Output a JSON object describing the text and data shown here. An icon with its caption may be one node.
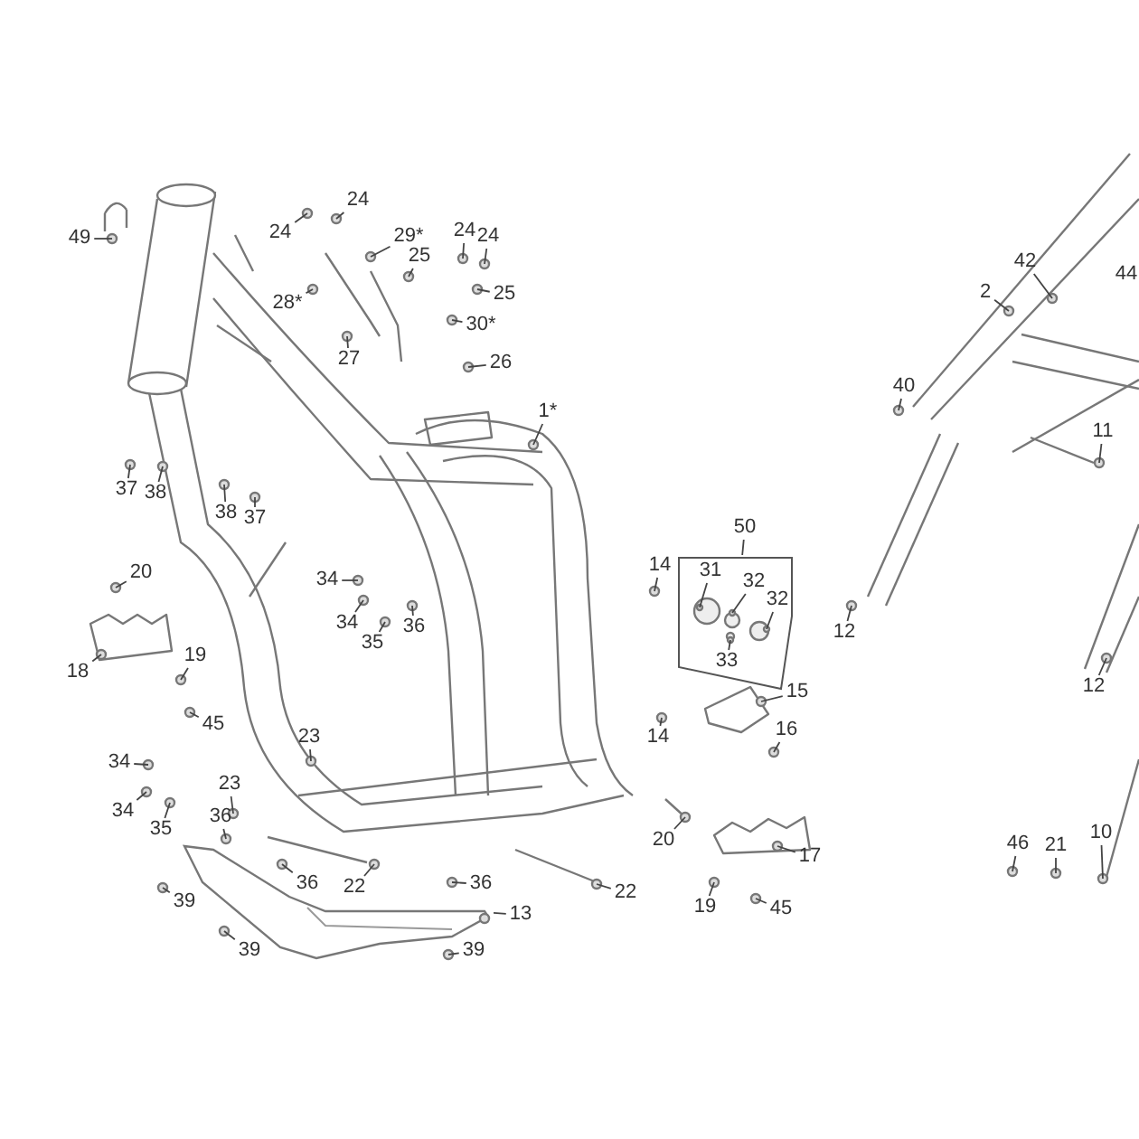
{
  "diagram": {
    "nodes": [
      {
        "text": [
          "49"
        ]
      },
      {
        "text": [
          "24"
        ]
      },
      {
        "text": [
          "24"
        ]
      },
      {
        "text": [
          "29*"
        ]
      },
      {
        "text": [
          "24"
        ]
      },
      {
        "text": [
          "24"
        ]
      },
      {
        "text": [
          "25"
        ]
      },
      {
        "text": [
          "25"
        ]
      },
      {
        "text": [
          "28*"
        ]
      },
      {
        "text": [
          "30*"
        ]
      },
      {
        "text": [
          "27"
        ]
      },
      {
        "text": [
          "26"
        ]
      },
      {
        "text": [
          "1*"
        ]
      },
      {
        "text": [
          "42"
        ]
      },
      {
        "text": [
          "2"
        ]
      },
      {
        "text": [
          "40"
        ]
      },
      {
        "text": [
          "11"
        ]
      },
      {
        "text": [
          "37"
        ]
      },
      {
        "text": [
          "38"
        ]
      },
      {
        "text": [
          "38"
        ]
      },
      {
        "text": [
          "37"
        ]
      },
      {
        "text": [
          "50"
        ]
      },
      {
        "text": [],
        "shape": "box"
      },
      {
        "text": [
          "31"
        ],
        "in": 22
      },
      {
        "text": [
          "32"
        ],
        "in": 22
      },
      {
        "text": [
          "32"
        ],
        "in": 22
      },
      {
        "text": [
          "33"
        ],
        "in": 22
      },
      {
        "text": [
          "14"
        ]
      },
      {
        "text": [
          "20"
        ]
      },
      {
        "text": [
          "34"
        ]
      },
      {
        "text": [
          "34"
        ]
      },
      {
        "text": [
          "35"
        ]
      },
      {
        "text": [
          "36"
        ]
      },
      {
        "text": [
          "12"
        ]
      },
      {
        "text": [
          "18"
        ]
      },
      {
        "text": [
          "19"
        ]
      },
      {
        "text": [
          "12"
        ]
      },
      {
        "text": [
          "15"
        ]
      },
      {
        "text": [
          "45"
        ]
      },
      {
        "text": [
          "14"
        ]
      },
      {
        "text": [
          "16"
        ]
      },
      {
        "text": [
          "23"
        ]
      },
      {
        "text": [
          "34"
        ]
      },
      {
        "text": [
          "23"
        ]
      },
      {
        "text": [
          "34"
        ]
      },
      {
        "text": [
          "36"
        ]
      },
      {
        "text": [
          "35"
        ]
      },
      {
        "text": [
          "10"
        ]
      },
      {
        "text": [
          "20"
        ]
      },
      {
        "text": [
          "46"
        ]
      },
      {
        "text": [
          "21"
        ]
      },
      {
        "text": [
          "17"
        ]
      },
      {
        "text": [
          "36"
        ]
      },
      {
        "text": [
          "22"
        ]
      },
      {
        "text": [
          "36"
        ]
      },
      {
        "text": [
          "22"
        ]
      },
      {
        "text": [
          "39"
        ]
      },
      {
        "text": [
          "19"
        ]
      },
      {
        "text": [
          "45"
        ]
      },
      {
        "text": [
          "13"
        ]
      },
      {
        "text": [
          "39"
        ]
      },
      {
        "text": [
          "39"
        ]
      },
      {
        "text": [],
        "shape": "picture"
      }
    ],
    "edges": [
      {
        "from": 0,
        "to": null,
        "arrow": "none"
      },
      {
        "from": 1,
        "to": null,
        "arrow": "none"
      },
      {
        "from": 2,
        "to": null,
        "arrow": "none"
      },
      {
        "from": 3,
        "to": null,
        "arrow": "none"
      },
      {
        "from": 4,
        "to": null,
        "arrow": "none"
      },
      {
        "from": 5,
        "to": null,
        "arrow": "none"
      },
      {
        "from": 6,
        "to": null,
        "arrow": "none"
      },
      {
        "from": 7,
        "to": null,
        "arrow": "none"
      },
      {
        "from": 8,
        "to": null,
        "arrow": "none"
      },
      {
        "from": 9,
        "to": null,
        "arrow": "none"
      },
      {
        "from": 10,
        "to": null,
        "arrow": "none"
      },
      {
        "from": 11,
        "to": null,
        "arrow": "none"
      },
      {
        "from": 12,
        "to": null,
        "arrow": "none"
      },
      {
        "from": 13,
        "to": null,
        "arrow": "none"
      },
      {
        "from": 14,
        "to": null,
        "arrow": "none"
      },
      {
        "from": 15,
        "to": null,
        "arrow": "none"
      },
      {
        "from": 16,
        "to": null,
        "arrow": "none"
      },
      {
        "from": 17,
        "to": null,
        "arrow": "none"
      },
      {
        "from": 18,
        "to": null,
        "arrow": "none"
      },
      {
        "from": 19,
        "to": null,
        "arrow": "none"
      },
      {
        "from": 20,
        "to": null,
        "arrow": "none"
      },
      {
        "from": 21,
        "to": 22,
        "arrow": "none"
      },
      {
        "from": 23,
        "to": null,
        "arrow": "none"
      },
      {
        "from": 24,
        "to": null,
        "arrow": "none"
      },
      {
        "from": 25,
        "to": null,
        "arrow": "none"
      },
      {
        "from": 26,
        "to": null,
        "arrow": "none"
      },
      {
        "from": 27,
        "to": null,
        "arrow": "none"
      },
      {
        "from": 28,
        "to": null,
        "arrow": "none"
      },
      {
        "from": 29,
        "to": null,
        "arrow": "none"
      },
      {
        "from": 30,
        "to": null,
        "arrow": "none"
      },
      {
        "from": 31,
        "to": null,
        "arrow": "none"
      },
      {
        "from": 32,
        "to": null,
        "arrow": "none"
      },
      {
        "from": 33,
        "to": null,
        "arrow": "none"
      },
      {
        "from": 34,
        "to": null,
        "arrow": "none"
      },
      {
        "from": 35,
        "to": null,
        "arrow": "none"
      },
      {
        "from": 36,
        "to": null,
        "arrow": "none"
      },
      {
        "from": 37,
        "to": null,
        "arrow": "none"
      },
      {
        "from": 38,
        "to": null,
        "arrow": "none"
      },
      {
        "from": 39,
        "to": null,
        "arrow": "none"
      },
      {
        "from": 40,
        "to": null,
        "arrow": "none"
      },
      {
        "from": 41,
        "to": null,
        "arrow": "none"
      },
      {
        "from": 42,
        "to": null,
        "arrow": "none"
      },
      {
        "from": 43,
        "to": null,
        "arrow": "none"
      },
      {
        "from": 44,
        "to": null,
        "arrow": "none"
      },
      {
        "from": 45,
        "to": null,
        "arrow": "none"
      },
      {
        "from": 46,
        "to": null,
        "arrow": "none"
      },
      {
        "from": 47,
        "to": null,
        "arrow": "none"
      },
      {
        "from": 48,
        "to": null,
        "arrow": "none"
      },
      {
        "from": 49,
        "to": null,
        "arrow": "none"
      },
      {
        "from": 50,
        "to": null,
        "arrow": "none"
      },
      {
        "from": 51,
        "to": null,
        "arrow": "none"
      },
      {
        "from": 52,
        "to": null,
        "arrow": "none"
      },
      {
        "from": 53,
        "to": null,
        "arrow": "none"
      },
      {
        "from": 54,
        "to": null,
        "arrow": "none"
      },
      {
        "from": 55,
        "to": null,
        "arrow": "none"
      },
      {
        "from": 56,
        "to": null,
        "arrow": "none"
      },
      {
        "from": 57,
        "to": null,
        "arrow": "none"
      },
      {
        "from": 58,
        "to": null,
        "arrow": "none"
      },
      {
        "from": 59,
        "to": 62,
        "arrow": "none"
      },
      {
        "from": 60,
        "to": null,
        "arrow": "none"
      },
      {
        "from": 61,
        "to": null,
        "arrow": "none"
      }
    ],
    "labels": [
      "44"
    ]
  }
}
